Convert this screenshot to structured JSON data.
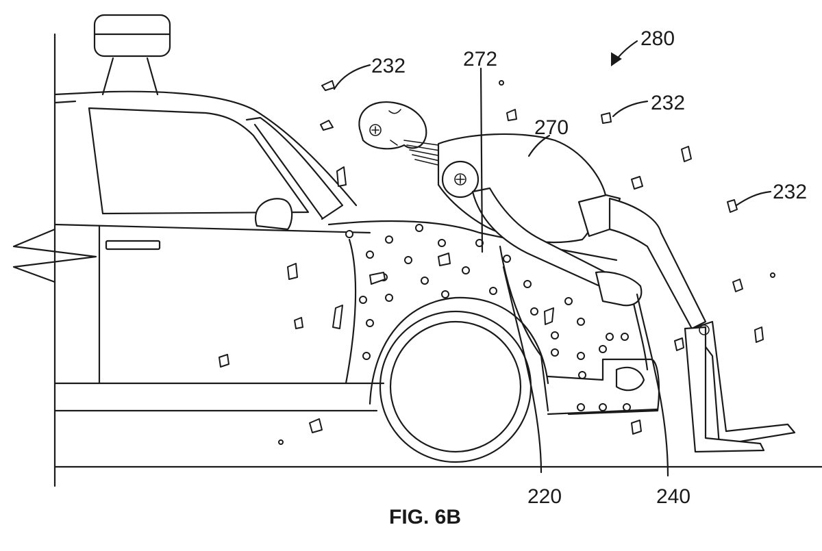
{
  "figure": {
    "caption": "FIG. 6B",
    "labels": {
      "ref_280": "280",
      "ref_272": "272",
      "ref_270": "270",
      "ref_232_a": "232",
      "ref_232_b": "232",
      "ref_232_c": "232",
      "ref_220": "220",
      "ref_240": "240"
    }
  }
}
